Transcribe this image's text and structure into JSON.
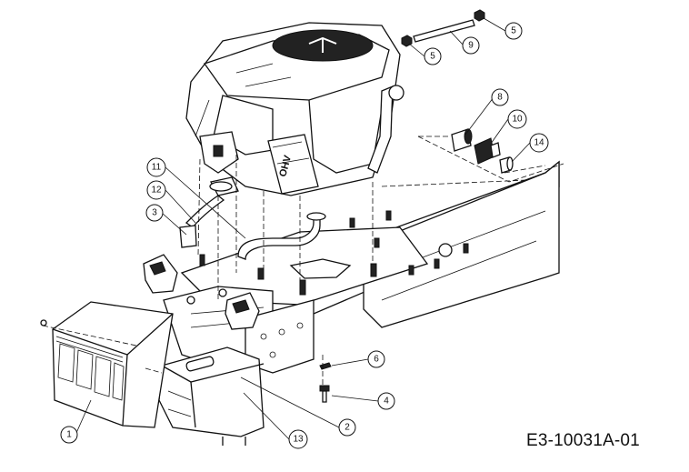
{
  "drawing_code": "E3-10031A-01",
  "engine_label": "OHV",
  "callouts": [
    {
      "id": "c1",
      "label": "1"
    },
    {
      "id": "c2",
      "label": "2"
    },
    {
      "id": "c3",
      "label": "3"
    },
    {
      "id": "c4",
      "label": "4"
    },
    {
      "id": "c5a",
      "label": "5"
    },
    {
      "id": "c5b",
      "label": "5"
    },
    {
      "id": "c6",
      "label": "6"
    },
    {
      "id": "c8",
      "label": "8"
    },
    {
      "id": "c9",
      "label": "9"
    },
    {
      "id": "c10",
      "label": "10"
    },
    {
      "id": "c11",
      "label": "11"
    },
    {
      "id": "c12",
      "label": "12"
    },
    {
      "id": "c13",
      "label": "13"
    },
    {
      "id": "c14",
      "label": "14"
    }
  ]
}
